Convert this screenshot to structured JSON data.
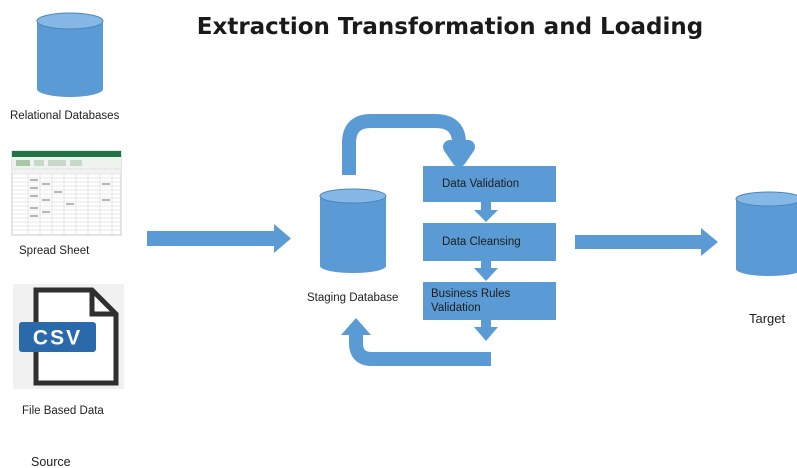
{
  "title": "Extraction Transformation and Loading",
  "sources": {
    "relational_databases": "Relational Databases",
    "spread_sheet": "Spread Sheet",
    "file_based_data": "File Based Data",
    "csv_icon_text": "CSV",
    "group_label": "Source"
  },
  "staging": {
    "label": "Staging Database"
  },
  "steps": [
    {
      "label": "Data Validation"
    },
    {
      "label": "Data Cleansing"
    },
    {
      "label": "Business Rules\nValidation"
    }
  ],
  "target": {
    "label": "Target"
  },
  "colors": {
    "shape_fill": "#5b9bd5",
    "shape_top": "#86b8e6",
    "spreadsheet_green": "#217346"
  }
}
